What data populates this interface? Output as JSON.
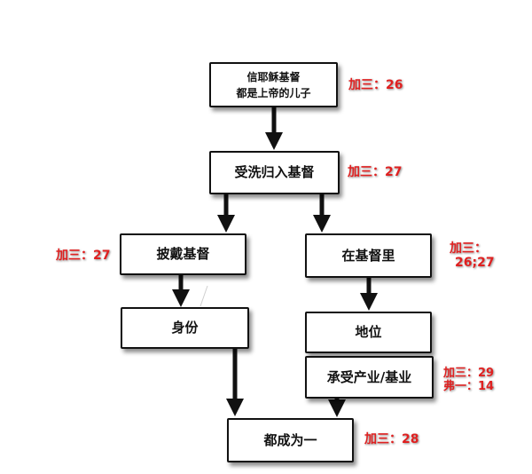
{
  "colors": {
    "box_border": "#111111",
    "reference_text": "#e02020",
    "arrow": "#111111"
  },
  "nodes": {
    "believe": {
      "line1": "信耶稣基督",
      "line2": "都是上帝的儿子"
    },
    "baptized": {
      "label": "受洗归入基督"
    },
    "clothed": {
      "label": "披戴基督"
    },
    "in_christ": {
      "label": "在基督里"
    },
    "identity": {
      "label": "身份"
    },
    "status": {
      "label": "地位"
    },
    "inherit": {
      "label": "承受产业/基业"
    },
    "all_one": {
      "label": "都成为一"
    }
  },
  "references": {
    "believe": "加三：26",
    "baptized": "加三：27",
    "clothed": "加三：27",
    "in_christ": {
      "line1": "加三：",
      "line2": "26;27"
    },
    "inherit": {
      "line1": "加三：29",
      "line2": "弗一：14"
    },
    "all_one": "加三：28"
  }
}
